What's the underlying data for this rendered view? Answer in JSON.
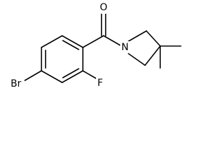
{
  "molecule": {
    "atoms": {
      "oxygen": "O",
      "nitrogen": "N",
      "fluorine": "F",
      "bromine": "Br"
    }
  }
}
